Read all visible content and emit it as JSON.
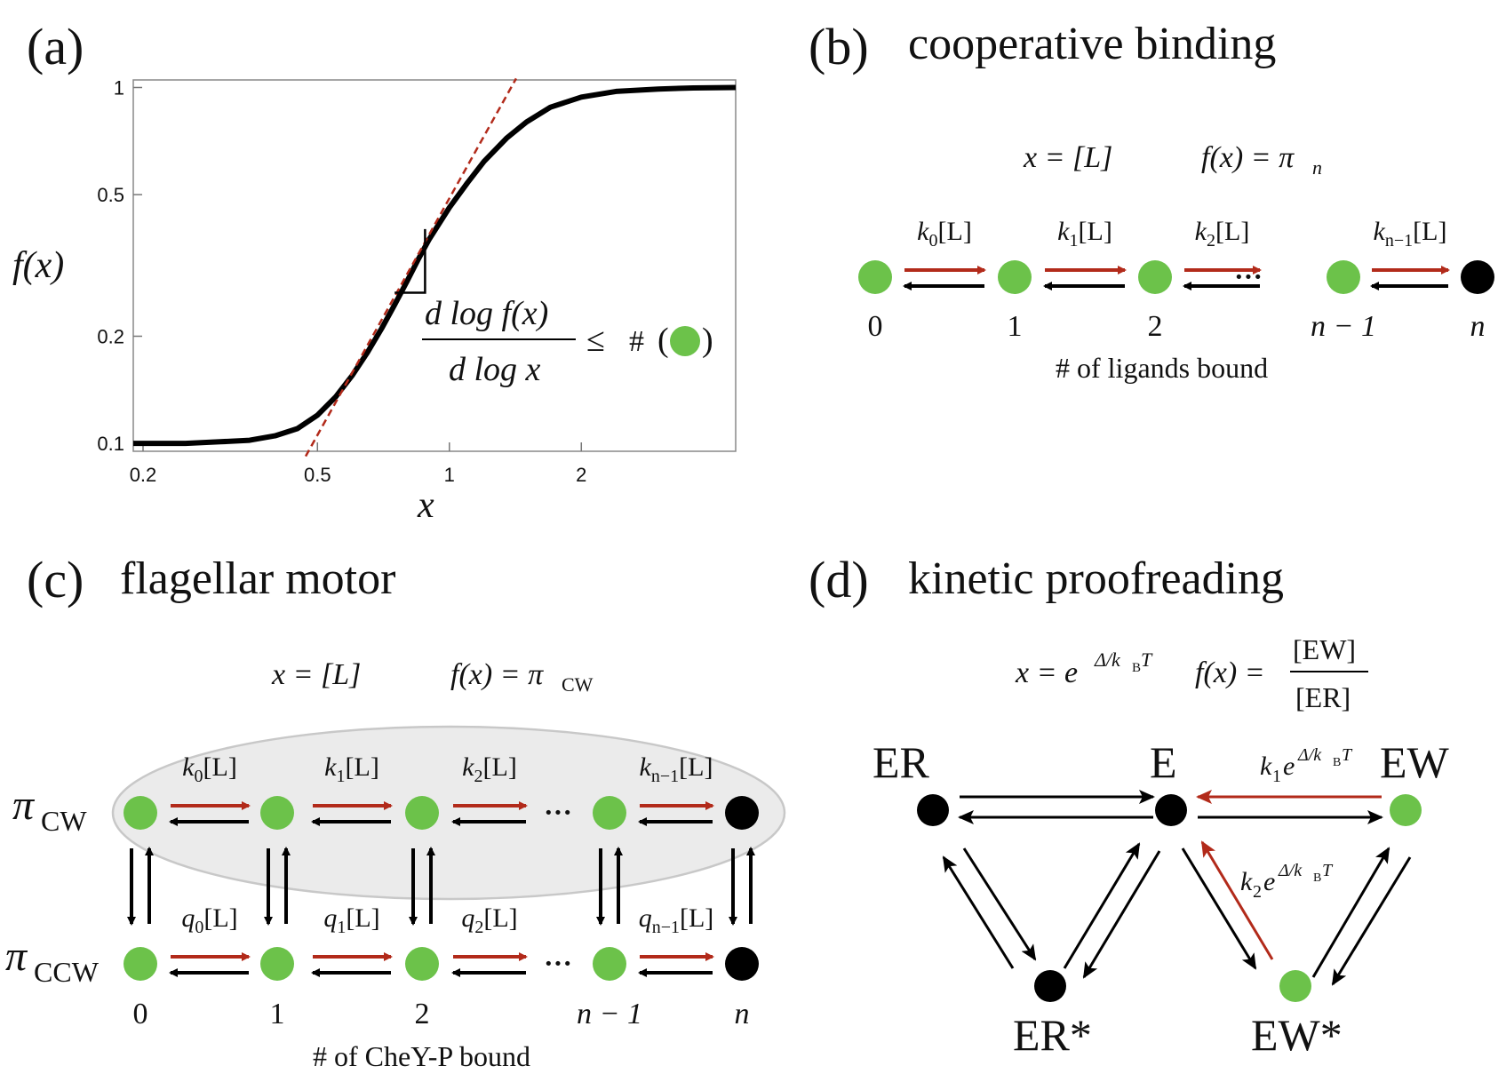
{
  "colors": {
    "green": "#6cc24a",
    "red": "#b22a1a",
    "black": "#000000",
    "slope": "#b22a1a",
    "ellipse_fill": "#ebebeb",
    "ellipse_stroke": "#c8c8c8"
  },
  "panel_a": {
    "tag": "(a)",
    "ylabel": "f(x)",
    "xlabel": "x",
    "formula_num": "d log f(x)",
    "formula_den": "d log x",
    "formula_rhs_le": "≤",
    "formula_rhs_hash": "#",
    "formula_paren_open": "(",
    "formula_paren_close": ")",
    "chart_data": {
      "type": "line",
      "x_scale": "log",
      "y_scale": "log",
      "xlim": [
        0.19,
        4.5
      ],
      "ylim": [
        0.095,
        1.05
      ],
      "x_ticks": [
        {
          "v": 0.2,
          "label": "0.2"
        },
        {
          "v": 0.5,
          "label": "0.5"
        },
        {
          "v": 1,
          "label": "1"
        },
        {
          "v": 2,
          "label": "2"
        }
      ],
      "y_ticks": [
        {
          "v": 0.1,
          "label": "0.1"
        },
        {
          "v": 0.2,
          "label": "0.2"
        },
        {
          "v": 0.5,
          "label": "0.5"
        },
        {
          "v": 1,
          "label": "1"
        }
      ],
      "series": [
        {
          "style": "solid",
          "x": [
            0.19,
            0.25,
            0.3,
            0.35,
            0.4,
            0.45,
            0.5,
            0.55,
            0.6,
            0.65,
            0.7,
            0.75,
            0.8,
            0.85,
            0.9,
            1.0,
            1.1,
            1.2,
            1.35,
            1.5,
            1.7,
            2.0,
            2.4,
            3.0,
            3.6,
            4.5
          ],
          "y": [
            0.1,
            0.1,
            0.101,
            0.102,
            0.105,
            0.11,
            0.12,
            0.135,
            0.155,
            0.18,
            0.21,
            0.245,
            0.285,
            0.33,
            0.375,
            0.46,
            0.54,
            0.62,
            0.72,
            0.8,
            0.88,
            0.94,
            0.975,
            0.99,
            0.997,
            1.0
          ]
        }
      ],
      "tangent": {
        "style": "dashed",
        "x": [
          0.47,
          1.42
        ],
        "y": [
          0.092,
          1.06
        ]
      },
      "slope_triangle": {
        "x": [
          0.75,
          0.88
        ],
        "y": [
          0.265,
          0.4
        ]
      }
    }
  },
  "panel_b": {
    "tag": "(b)",
    "title": "cooperative binding",
    "x_def": "x = [L]",
    "f_def_lhs": "f(x) = π",
    "f_def_sub": "n",
    "rates": [
      {
        "k": "k",
        "sub": "0",
        "tail": "[L]"
      },
      {
        "k": "k",
        "sub": "1",
        "tail": "[L]"
      },
      {
        "k": "k",
        "sub": "2",
        "tail": "[L]"
      },
      {
        "k": "k",
        "sub": "n−1",
        "tail": "[L]"
      }
    ],
    "states": [
      "0",
      "1",
      "2",
      "n − 1",
      "n"
    ],
    "ellipsis": "···",
    "footer": "# of ligands bound"
  },
  "panel_c": {
    "tag": "(c)",
    "title": "flagellar motor",
    "x_def": "x = [L]",
    "f_def_lhs": "f(x) = π",
    "f_def_sub": "CW",
    "row_labels": [
      {
        "pi": "π",
        "sub": "CW"
      },
      {
        "pi": "π",
        "sub": "CCW"
      }
    ],
    "rates_top": [
      {
        "k": "k",
        "sub": "0",
        "tail": "[L]"
      },
      {
        "k": "k",
        "sub": "1",
        "tail": "[L]"
      },
      {
        "k": "k",
        "sub": "2",
        "tail": "[L]"
      },
      {
        "k": "k",
        "sub": "n−1",
        "tail": "[L]"
      }
    ],
    "rates_bottom": [
      {
        "k": "q",
        "sub": "0",
        "tail": "[L]"
      },
      {
        "k": "q",
        "sub": "1",
        "tail": "[L]"
      },
      {
        "k": "q",
        "sub": "2",
        "tail": "[L]"
      },
      {
        "k": "q",
        "sub": "n−1",
        "tail": "[L]"
      }
    ],
    "states": [
      "0",
      "1",
      "2",
      "n − 1",
      "n"
    ],
    "ellipsis": "···",
    "footer": "# of CheY-P bound"
  },
  "panel_d": {
    "tag": "(d)",
    "title": "kinetic proofreading",
    "x_def_lhs": "x = e",
    "x_def_exp": "Δ/k",
    "x_def_exp_sub": "B",
    "x_def_exp_T": "T",
    "f_def_lhs": "f(x) =",
    "f_num": "[EW]",
    "f_den": "[ER]",
    "nodes": {
      "ER": "ER",
      "E": "E",
      "EW": "EW",
      "ERs": "ER*",
      "EWs": "EW*"
    },
    "rate1": {
      "k": "k",
      "sub": "1",
      "e": "e",
      "exp": "Δ/k",
      "exp_sub": "B",
      "exp_T": "T"
    },
    "rate2": {
      "k": "k",
      "sub": "2",
      "e": "e",
      "exp": "Δ/k",
      "exp_sub": "B",
      "exp_T": "T"
    }
  }
}
